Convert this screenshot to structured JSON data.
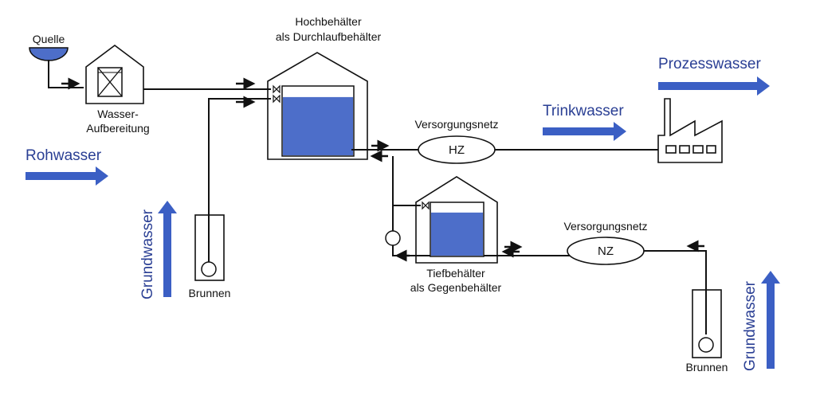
{
  "colors": {
    "water": "#4d6ec9",
    "flow_arrow": "#3b5fc4",
    "text_blue": "#2a3f94",
    "line": "#111111"
  },
  "labels": {
    "quelle": "Quelle",
    "aufbereitung_1": "Wasser-",
    "aufbereitung_2": "Aufbereitung",
    "hochbehaelter_1": "Hochbehälter",
    "hochbehaelter_2": "als Durchlaufbehälter",
    "versorgungsnetz_hz": "Versorgungsnetz",
    "hz": "HZ",
    "versorgungsnetz_nz": "Versorgungsnetz",
    "nz": "NZ",
    "tiefbehaelter_1": "Tiefbehälter",
    "tiefbehaelter_2": "als Gegenbehälter",
    "brunnen_left": "Brunnen",
    "brunnen_right": "Brunnen"
  },
  "flow_labels": {
    "rohwasser": "Rohwasser",
    "trinkwasser": "Trinkwasser",
    "prozesswasser": "Prozesswasser",
    "grundwasser_left": "Grundwasser",
    "grundwasser_right": "Grundwasser"
  },
  "tank_levels": {
    "hochbehaelter": 0.85,
    "tiefbehaelter": 0.82
  }
}
